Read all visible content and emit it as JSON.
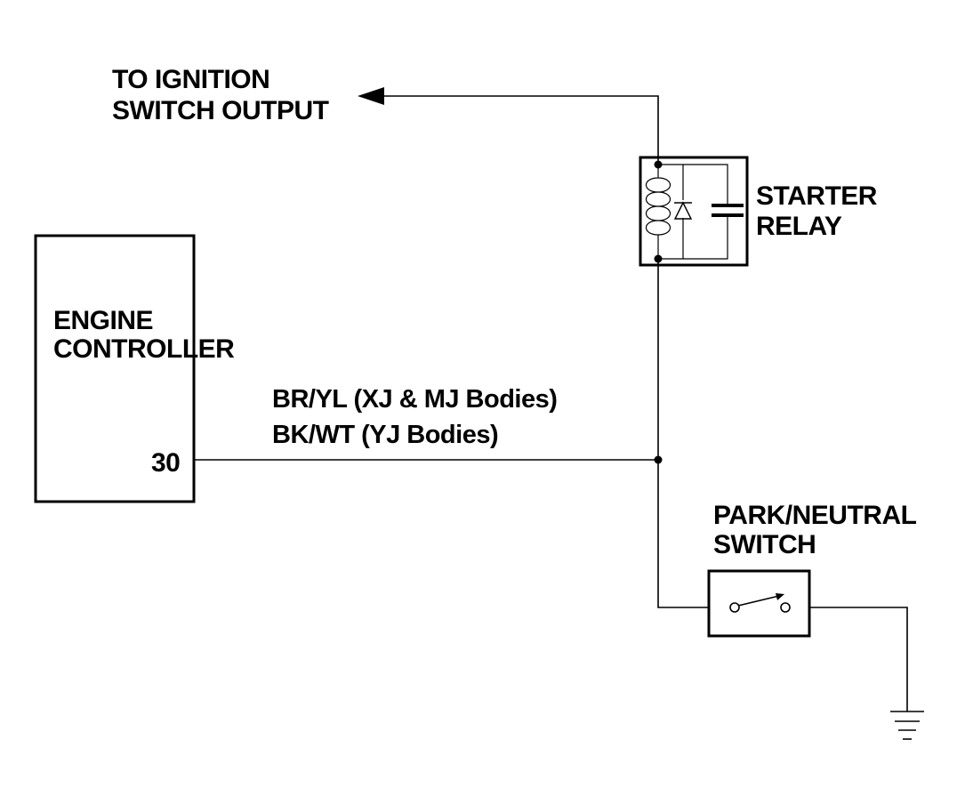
{
  "ignition": {
    "line1": "TO IGNITION",
    "line2": "SWITCH OUTPUT"
  },
  "starter_relay": {
    "line1": "STARTER",
    "line2": "RELAY"
  },
  "engine_controller": {
    "line1": "ENGINE",
    "line2": "CONTROLLER",
    "pin": "30"
  },
  "wire_labels": {
    "line1": "BR/YL (XJ & MJ Bodies)",
    "line2": "BK/WT (YJ Bodies)"
  },
  "park_neutral_switch": {
    "line1": "PARK/NEUTRAL",
    "line2": "SWITCH"
  },
  "colors": {
    "ink": "#000000",
    "background": "#ffffff"
  },
  "icons": [
    "arrow-left-icon",
    "relay-coil-icon",
    "diode-icon",
    "capacitor-icon",
    "switch-icon",
    "ground-icon"
  ]
}
